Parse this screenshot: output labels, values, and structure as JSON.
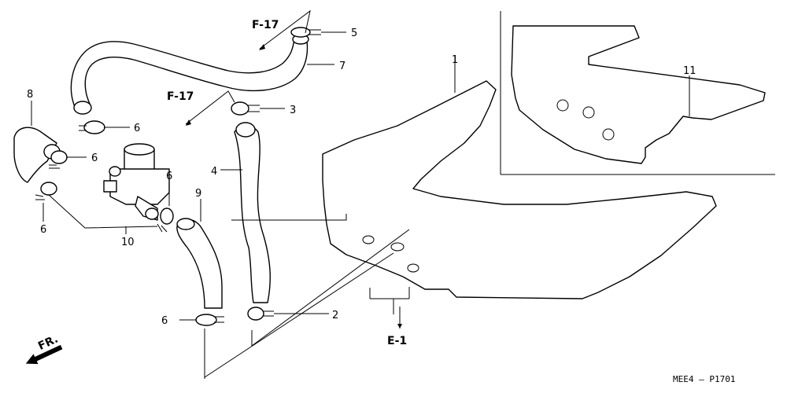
{
  "callouts": {
    "c1": "1",
    "c2": "2",
    "c3": "3",
    "c4": "4",
    "c5": "5",
    "c6a": "6",
    "c6b": "6",
    "c6c": "6",
    "c6d": "6",
    "c6e": "6",
    "c7": "7",
    "c8": "8",
    "c9": "9",
    "c10": "10",
    "c11": "11"
  },
  "references": {
    "f17_top": "F-17",
    "f17_mid": "F-17",
    "e1": "E-1",
    "front": "FR."
  },
  "diagram_code": "MEE4 – P1701"
}
